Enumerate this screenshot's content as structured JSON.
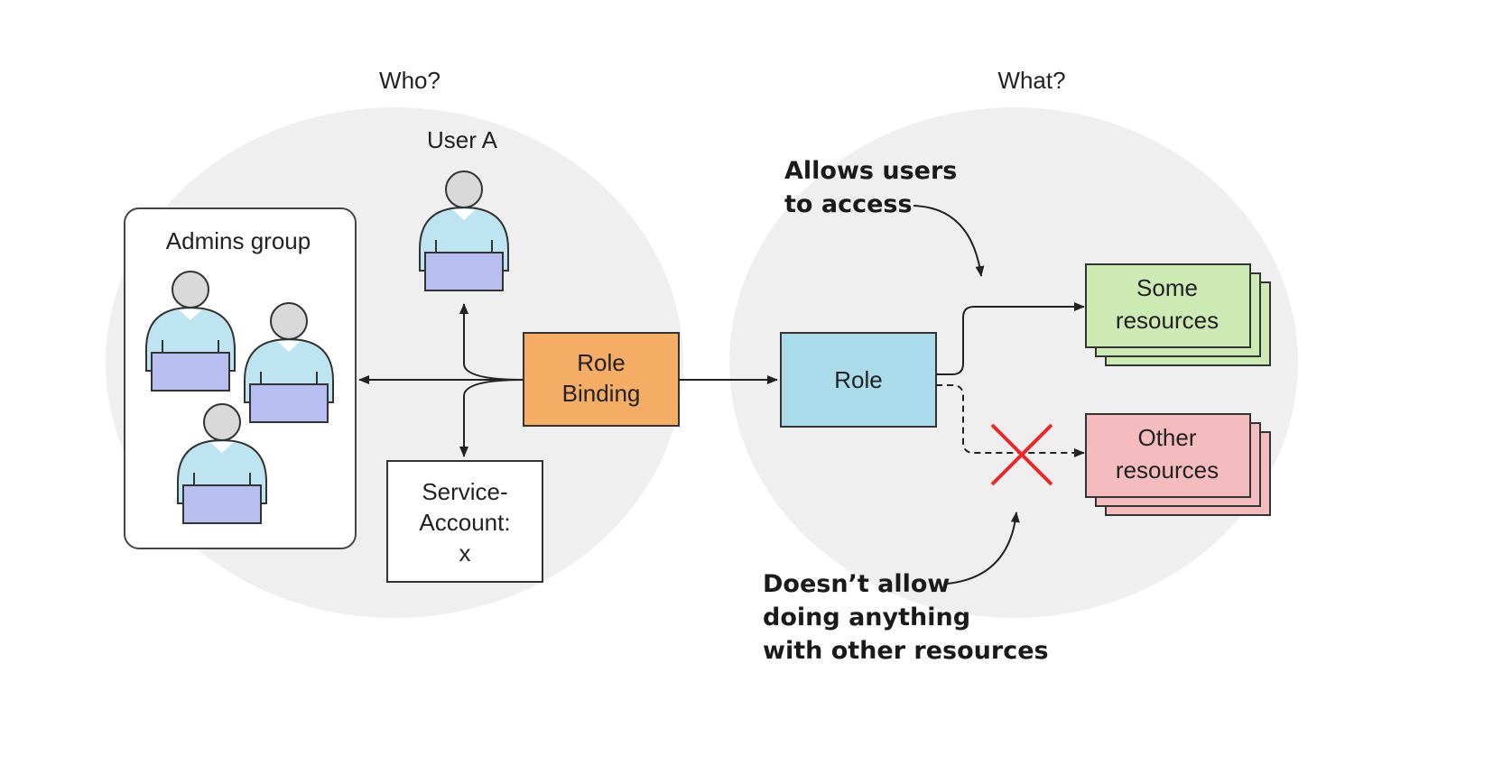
{
  "left": {
    "heading": "Who?",
    "user_label": "User A",
    "group_label": "Admins group"
  },
  "right": {
    "heading": "What?"
  },
  "role_binding": {
    "line1": "Role",
    "line2": "Binding"
  },
  "service_account": {
    "line1": "Service-",
    "line2": "Account:",
    "line3": "x"
  },
  "role": {
    "label": "Role"
  },
  "some_resources": {
    "line1": "Some",
    "line2": "resources"
  },
  "other_resources": {
    "line1": "Other",
    "line2": "resources"
  },
  "allow_note": {
    "line1": "Allows users",
    "line2": "to access"
  },
  "deny_note": {
    "line1": "Doesn’t allow",
    "line2": "doing anything",
    "line3": "with other resources"
  },
  "colors": {
    "circle_fill": "#efefef",
    "role_binding_fill": "#f5ac64",
    "role_fill": "#a9dbea",
    "some_resources_fill": "#cde9b4",
    "other_resources_fill": "#f5bcbf",
    "person_body": "#bfe4f1",
    "laptop": "#b8bff0",
    "deny_mark": "#e8282b"
  }
}
